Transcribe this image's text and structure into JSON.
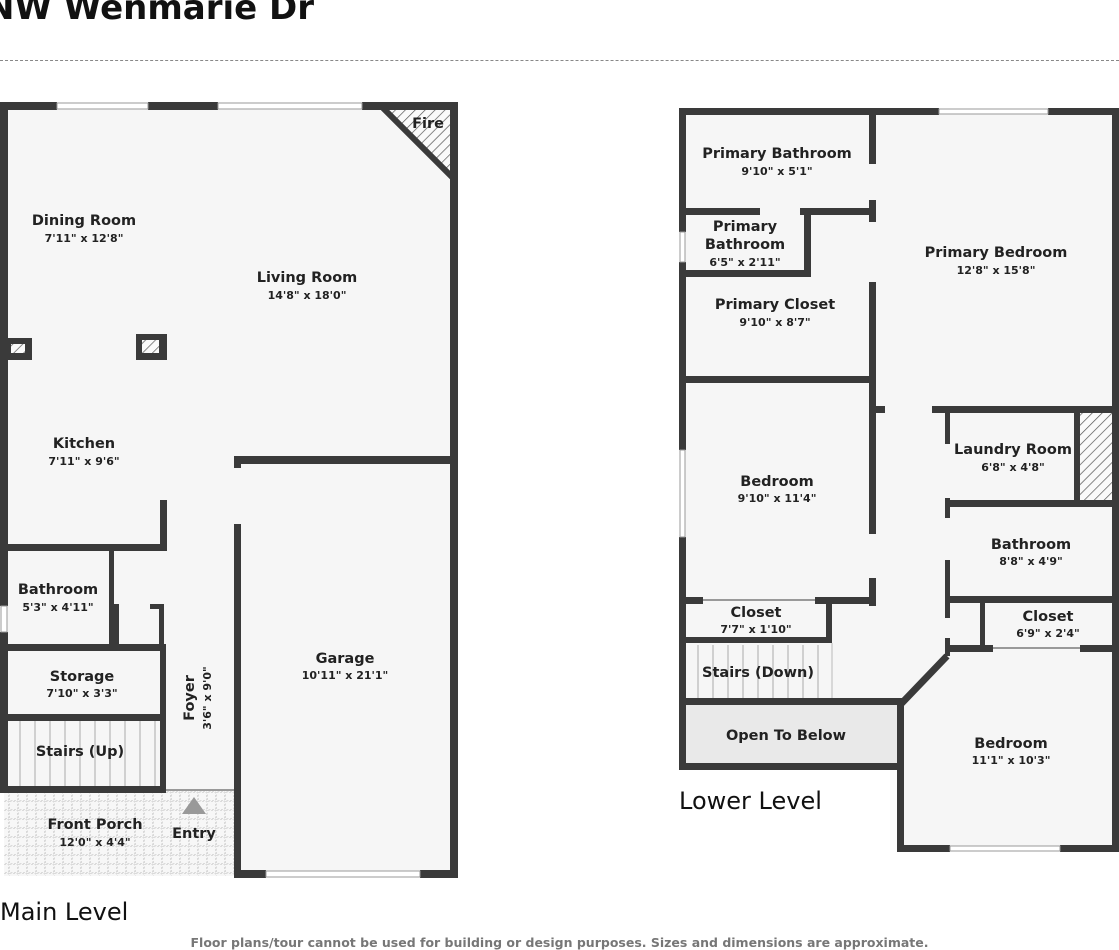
{
  "header": {
    "title": "NW Wenmarie Dr"
  },
  "levels": {
    "main": {
      "label": "Main Level",
      "rooms": {
        "dining": {
          "name": "Dining Room",
          "dims": "7'11\" x 12'8\""
        },
        "living": {
          "name": "Living Room",
          "dims": "14'8\" x 18'0\""
        },
        "fire": {
          "name": "Fire"
        },
        "kitchen": {
          "name": "Kitchen",
          "dims": "7'11\" x 9'6\""
        },
        "bathroom": {
          "name": "Bathroom",
          "dims": "5'3\" x 4'11\""
        },
        "storage": {
          "name": "Storage",
          "dims": "7'10\" x 3'3\""
        },
        "stairs": {
          "name": "Stairs (Up)"
        },
        "foyer": {
          "name": "Foyer",
          "dims": "3'6\" x 9'0\""
        },
        "garage": {
          "name": "Garage",
          "dims": "10'11\" x 21'1\""
        },
        "porch": {
          "name": "Front Porch",
          "dims": "12'0\" x 4'4\""
        },
        "entry": {
          "name": "Entry"
        }
      }
    },
    "lower": {
      "label": "Lower Level",
      "rooms": {
        "primary_bath_1": {
          "name": "Primary Bathroom",
          "dims": "9'10\" x 5'1\""
        },
        "primary_bath_2": {
          "name_line1": "Primary",
          "name_line2": "Bathroom",
          "dims": "6'5\" x 2'11\""
        },
        "primary_closet": {
          "name": "Primary Closet",
          "dims": "9'10\" x 8'7\""
        },
        "primary_bedroom": {
          "name": "Primary Bedroom",
          "dims": "12'8\" x 15'8\""
        },
        "bedroom_1": {
          "name": "Bedroom",
          "dims": "9'10\" x 11'4\""
        },
        "laundry": {
          "name": "Laundry Room",
          "dims": "6'8\" x 4'8\""
        },
        "bathroom": {
          "name": "Bathroom",
          "dims": "8'8\" x 4'9\""
        },
        "closet_1": {
          "name": "Closet",
          "dims": "7'7\" x 1'10\""
        },
        "closet_2": {
          "name": "Closet",
          "dims": "6'9\" x 2'4\""
        },
        "stairs_down": {
          "name": "Stairs (Down)"
        },
        "open_below": {
          "name": "Open To Below"
        },
        "bedroom_2": {
          "name": "Bedroom",
          "dims": "11'1\" x 10'3\""
        }
      }
    }
  },
  "footer": {
    "disclaimer": "Floor plans/tour cannot be used for building or design purposes. Sizes and dimensions are approximate."
  },
  "colors": {
    "wall": "#3a3a3a",
    "floor": "#f6f6f6",
    "open_below": "#e9e9e9",
    "text": "#222222"
  }
}
